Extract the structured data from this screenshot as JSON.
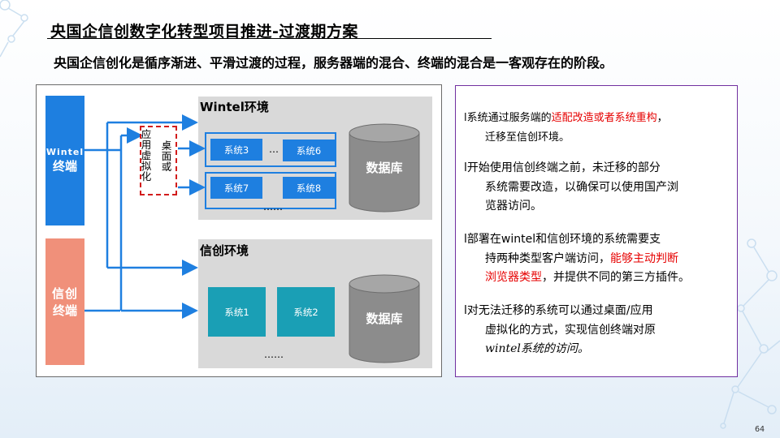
{
  "title": "央国企信创数字化转型项目推进-过渡期方案",
  "subtitle": "央国企信创化是循序渐进、平滑过渡的过程，服务器端的混合、终端的混合是一客观存在的阶段。",
  "diagram": {
    "terminal_wintel": {
      "line1": "Wintel",
      "line2": "终端"
    },
    "terminal_xc": {
      "line1": "信创",
      "line2": "终端"
    },
    "virtual_left": "应用虚拟化",
    "virtual_right": "桌面或",
    "wintel_env": {
      "label": "Wintel环境",
      "systems": [
        "系统3",
        "系统6",
        "系统7",
        "系统8"
      ],
      "ellipsis_row": "…",
      "ellipsis_bottom": "……",
      "db_label": "数据库"
    },
    "xc_env": {
      "label": "信创环境",
      "systems": [
        "系统1",
        "系统2"
      ],
      "ellipsis": "……",
      "db_label": "数据库"
    }
  },
  "bullets": [
    {
      "marker": "l",
      "p1": "系统通过服务端的",
      "red": "适配改造或者系统重构",
      "p2": "，",
      "line2": "迁移至信创环境。"
    },
    {
      "marker": "l",
      "line1": "开始使用信创终端之前，未迁移的部分",
      "line2": "系统需要改造，以确保可以使用国产浏",
      "line3": "览器访问。"
    },
    {
      "marker": "l",
      "line1": "部署在wintel和信创环境的系统需要支",
      "line2a": "持两种类型客户端访问，",
      "line2red": "能够主动判断",
      "line3red": "浏览器类型",
      "line3b": "，并提供不同的第三方插件。"
    },
    {
      "marker": "l",
      "line1": "对无法迁移的系统可以通过桌面/应用",
      "line2": "虚拟化的方式，实现信创终端对原",
      "line3": "wintel系统的访问。"
    }
  ],
  "page_number": "64",
  "colors": {
    "blue": "#1e7fe0",
    "teal": "#1a9fb5",
    "salmon": "#f0907a",
    "red": "#e60000",
    "env_gray": "#d9d9d9",
    "db_gray": "#8c8c8c",
    "panel_border": "#7030a0"
  }
}
